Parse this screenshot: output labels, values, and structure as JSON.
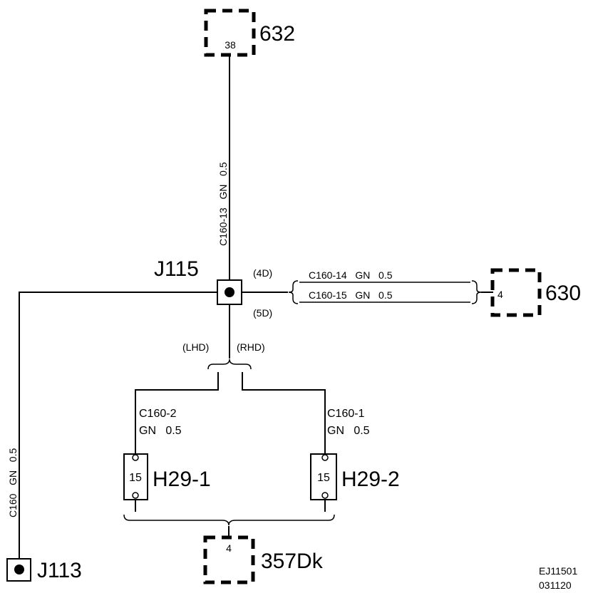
{
  "connectors": {
    "c632": {
      "name": "632",
      "pin": "38"
    },
    "c630": {
      "name": "630",
      "pin": "4"
    },
    "c357": {
      "name": "357Dk",
      "pin": "4"
    }
  },
  "splices": {
    "j115": "J115",
    "j113": "J113"
  },
  "fuses": {
    "h29_1": {
      "name": "H29-1",
      "rating": "15"
    },
    "h29_2": {
      "name": "H29-2",
      "rating": "15"
    }
  },
  "wires": {
    "top": "C160-13   GN   0.5",
    "left": "C160   GN   0.5",
    "w14": "C160-14   GN   0.5",
    "w15": "C160-15   GN   0.5",
    "c2_id": "C160-2",
    "c2_spec": "GN   0.5",
    "c1_id": "C160-1",
    "c1_spec": "GN   0.5"
  },
  "variants": {
    "d4": "(4D)",
    "d5": "(5D)",
    "lhd": "(LHD)",
    "rhd": "(RHD)"
  },
  "drawing": {
    "code": "EJ11501",
    "date": "031120"
  }
}
